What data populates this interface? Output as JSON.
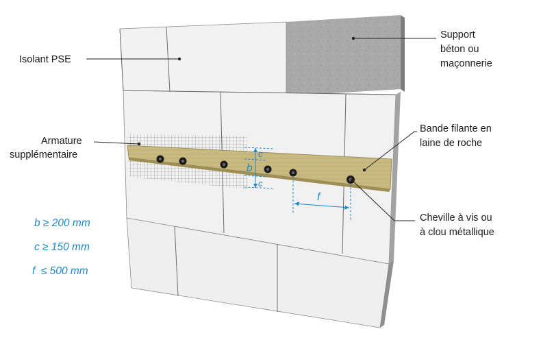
{
  "labels": {
    "isolant": "Isolant PSE",
    "support_line1": "Support",
    "support_line2": "béton ou",
    "support_line3": "maçonnerie",
    "armature_line1": "Armature",
    "armature_line2": "supplémentaire",
    "bande_line1": "Bande filante en",
    "bande_line2": "laine de roche",
    "cheville_line1": "Cheville à vis ou",
    "cheville_line2": "à clou métallique"
  },
  "dimension_symbols": {
    "b": "b",
    "c_top": "c",
    "c_bottom": "c",
    "f": "f"
  },
  "requirements": [
    "b ≥ 200 mm",
    "c ≥ 150 mm",
    "f  ≤ 500 mm"
  ],
  "colors": {
    "eps_board": "#f2f2f2",
    "eps_side": "#9a9a9a",
    "concrete": "#a9a9a9",
    "rock_wool_band": "#c8ba80",
    "dimension_blue": "#1f86c8",
    "mesh": "#555555"
  }
}
